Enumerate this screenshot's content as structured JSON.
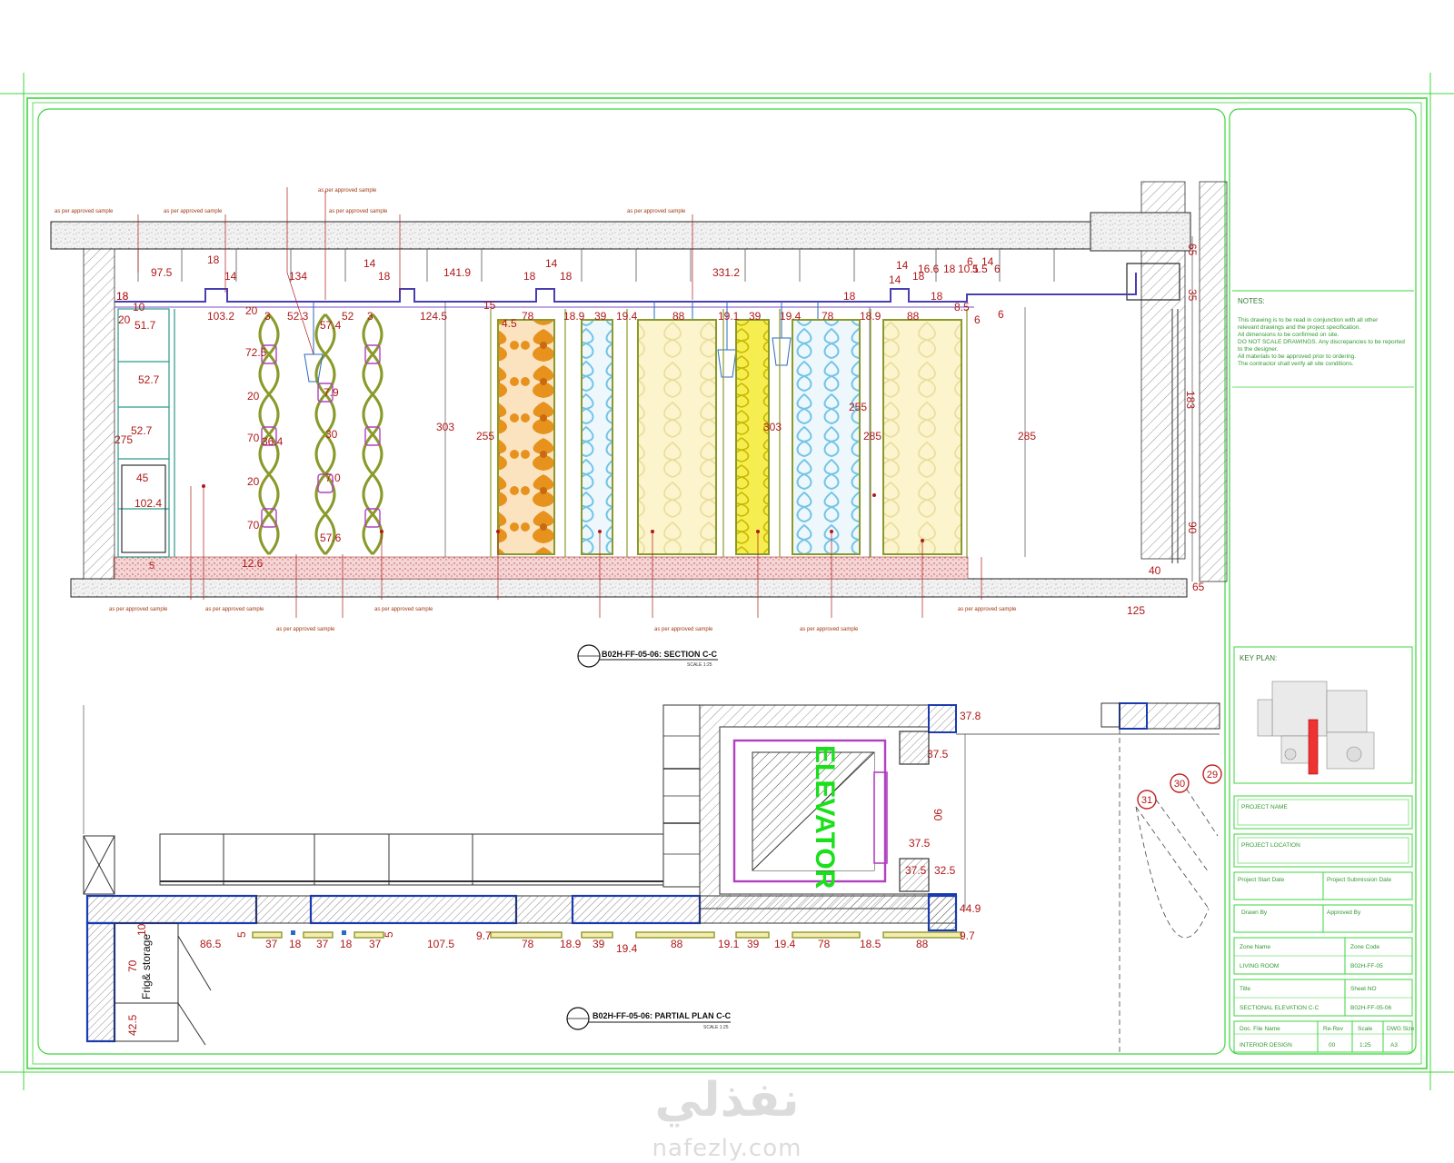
{
  "section": {
    "title": "B02H-FF-05-06: SECTION C-C",
    "scale": "SCALE 1:25",
    "callout_note": "as per approved sample",
    "dims_top": [
      "18",
      "97.5",
      "18",
      "14",
      "134",
      "14",
      "18",
      "141.9",
      "18",
      "14",
      "18",
      "331.2",
      "18",
      "14",
      "14",
      "18",
      "16.6",
      "18",
      "10.1",
      "5.5",
      "14",
      "6",
      "6",
      "18",
      "8.5",
      "6",
      "6"
    ],
    "dims_mid": [
      "18",
      "10",
      "20",
      "51.7",
      "103.2",
      "20",
      "3",
      "52.3",
      "57.4",
      "52",
      "3",
      "124.5",
      "15",
      "4.5",
      "78",
      "18.9",
      "39",
      "19.4",
      "88",
      "19.1",
      "39",
      "19.4",
      "78",
      "18.9",
      "88"
    ],
    "dims_vert": [
      "52.7",
      "52.7",
      "275",
      "45",
      "102.4",
      "72.5",
      "20",
      "70",
      "36.4",
      "20",
      "70",
      "7.9",
      "30",
      "7.0",
      "12.6",
      "57.6",
      "303",
      "255",
      "303",
      "255",
      "285",
      "285",
      "65",
      "35",
      "183",
      "90",
      "65",
      "40",
      "125"
    ],
    "dims_left_small": [
      "5"
    ]
  },
  "plan": {
    "title": "B02H-FF-05-06: PARTIAL PLAN C-C",
    "scale": "SCALE 1:25",
    "elevator_label": "ELEVATOR",
    "frig_label": "Frig& storage",
    "dims": [
      "86.5",
      "37",
      "18",
      "37",
      "18",
      "37",
      "107.5",
      "9.7",
      "78",
      "18.9",
      "39",
      "19.4",
      "88",
      "19.1",
      "39",
      "19.4",
      "78",
      "18.5",
      "88",
      "9.7",
      "37.8",
      "37.5",
      "90",
      "37.5",
      "37.5",
      "32.5",
      "44.9",
      "70",
      "42.5",
      "10",
      "5",
      "5"
    ],
    "door_numbers": [
      "31",
      "30",
      "29"
    ]
  },
  "title_block": {
    "notes_heading": "NOTES:",
    "notes_lines": [
      "This drawing is to be read in conjunction with all other",
      "relevant drawings and the project specification.",
      "All dimensions to be confirmed on site.",
      "DO NOT SCALE DRAWINGS. Any discrepancies to be reported",
      "to the designer.",
      "All materials to be approved prior to ordering.",
      "The contractor shall verify all site conditions."
    ],
    "key_plan_label": "KEY PLAN:",
    "project_name_label": "PROJECT NAME",
    "project_location_label": "PROJECT LOCATION",
    "start_date_label": "Project Start Date",
    "submission_date_label": "Project Submission Date",
    "drawn_by_label": "Drawn By",
    "approved_by_label": "Approved By",
    "zone_name_label": "Zone Name",
    "zone_code_label": "Zone Code",
    "zone_name_value": "LIVING ROOM",
    "zone_code_value": "B02H-FF-05",
    "title_label": "Title",
    "sheet_no_label": "Sheet NO",
    "title_value": "SECTIONAL ELEVATION C-C",
    "sheet_no_value": "B02H-FF-05-06",
    "doc_file_label": "Doc. File Name",
    "revision_label": "Re-Rev",
    "scale_label": "Scale",
    "dwg_size_label": "DWG Size",
    "doc_file_value": "INTERIOR DESIGN",
    "revision_value": "00",
    "scale_value": "1:25",
    "dwg_size_value": "A3"
  },
  "watermark": {
    "arabic": "نفذلي",
    "latin": "nafezly.com"
  },
  "colors": {
    "frame": "#3cd63c",
    "dimension": "#b01818",
    "elevator": "#19e019",
    "panel_orange": "#e8921e",
    "panel_blue": "#8fd1ee",
    "panel_cream": "#f7ecb0",
    "panel_yellow": "#f0e020",
    "wall_purple": "#7a4fc4"
  }
}
